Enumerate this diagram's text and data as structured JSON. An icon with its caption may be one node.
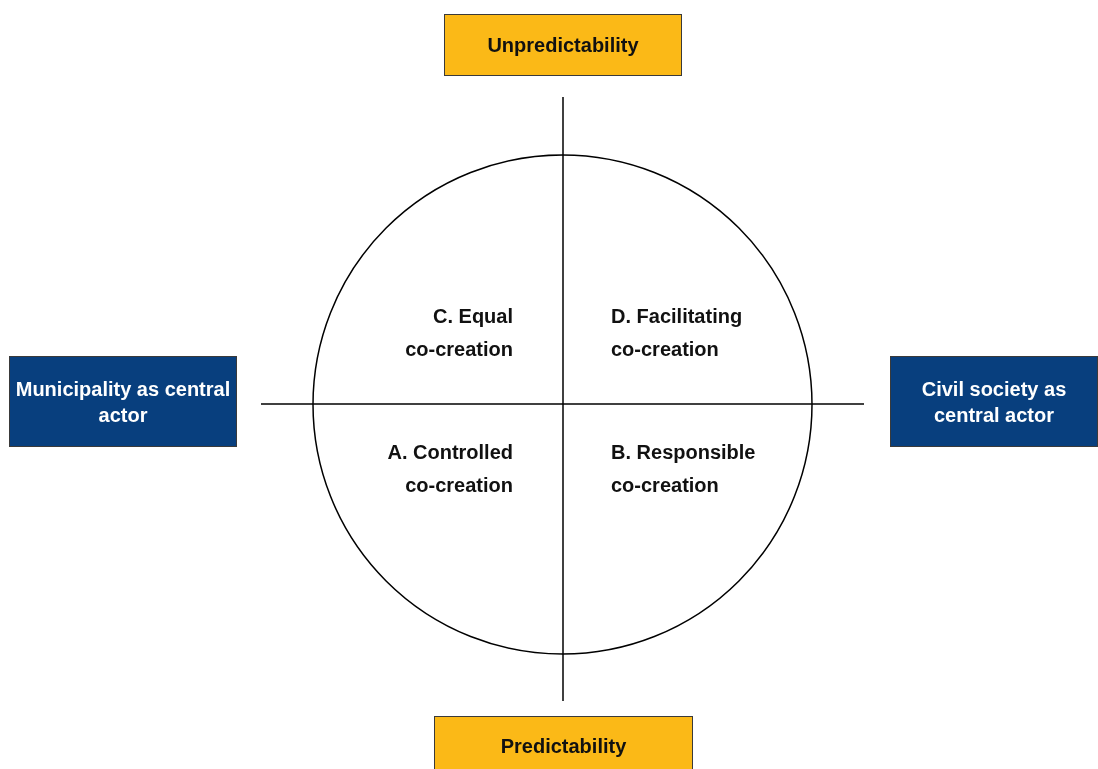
{
  "diagram": {
    "nodes": [
      {
        "text": [
          "Unpredictability"
        ]
      },
      {
        "text": [
          "Municipality as central actor"
        ]
      },
      {
        "text": [
          "C. Equal co-creation",
          "D. Facilitating co-creation",
          "A. Controlled co-creation",
          "B. Responsible co-creation"
        ]
      },
      {
        "text": [
          "Civil society as central actor"
        ]
      },
      {
        "text": [
          "Predictability"
        ]
      }
    ],
    "edges": []
  }
}
